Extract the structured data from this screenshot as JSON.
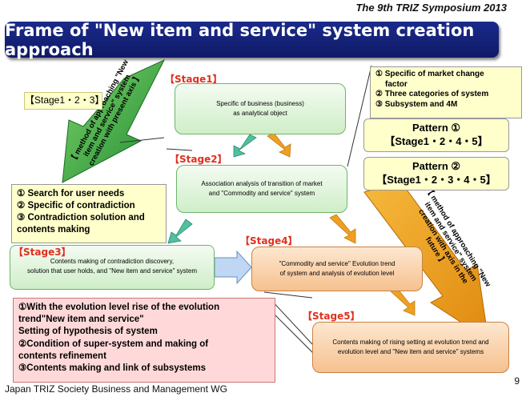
{
  "header": "The 9th TRIZ Symposium 2013",
  "title": "Frame of \"New item and service\" system creation approach",
  "stage_tag_123": "【Stage1・2・3】",
  "left_arrow_text": [
    "【 method of approaching \"New",
    "item and service\" system",
    "creation with present axis 】"
  ],
  "right_arrow_text": [
    "【 method of approaching \"New",
    "item and service\" system",
    "creation with axis in the",
    "future 】"
  ],
  "stage1": {
    "label": "【Stage1】",
    "lines": [
      "Specific of business (business)",
      "as analytical object"
    ]
  },
  "stage2": {
    "label": "【Stage2】",
    "lines": [
      "Association analysis of transition of market",
      "and \"Commodity and service\" system"
    ]
  },
  "stage3": {
    "label": "【Stage3】",
    "lines": [
      "Contents making of contradiction discovery,",
      "solution that user holds, and \"New item and service\" system"
    ]
  },
  "stage4": {
    "label": "【Stage4】",
    "lines": [
      "\"Commodity and service\" Evolution trend",
      "of system and analysis of evolution level"
    ]
  },
  "stage5": {
    "label": "【Stage5】",
    "lines": [
      "Contents making of rising setting at evolution trend and",
      "evolution level and \"New item and service\" systems"
    ]
  },
  "top_right_list": [
    "① Specific of market change",
    "factor",
    "② Three categories of system",
    "③ Subsystem and 4M"
  ],
  "pattern1": {
    "title": "Pattern ①",
    "stages": "【Stage1・2・4・5】"
  },
  "pattern2": {
    "title": "Pattern ②",
    "stages": "【Stage1・2・3・4・5】"
  },
  "left_list": [
    "① Search for user needs",
    "② Specific of contradiction",
    "③ Contradiction solution and",
    "contents making"
  ],
  "bottom_list": [
    "①With the evolution level rise of the evolution",
    "trend\"New item and service\"",
    "Setting of hypothesis of system",
    "②Condition of super-system and making of",
    "contents refinement",
    "③Contents making and link of subsystems"
  ],
  "footer": "Japan TRIZ Society Business and Management WG",
  "page_number": "9",
  "colors": {
    "title_bg": "#1a2a8c",
    "stage_label": "#e0301e",
    "green_arrow": "#2e9e3a",
    "orange_arrow": "#f0a020"
  }
}
